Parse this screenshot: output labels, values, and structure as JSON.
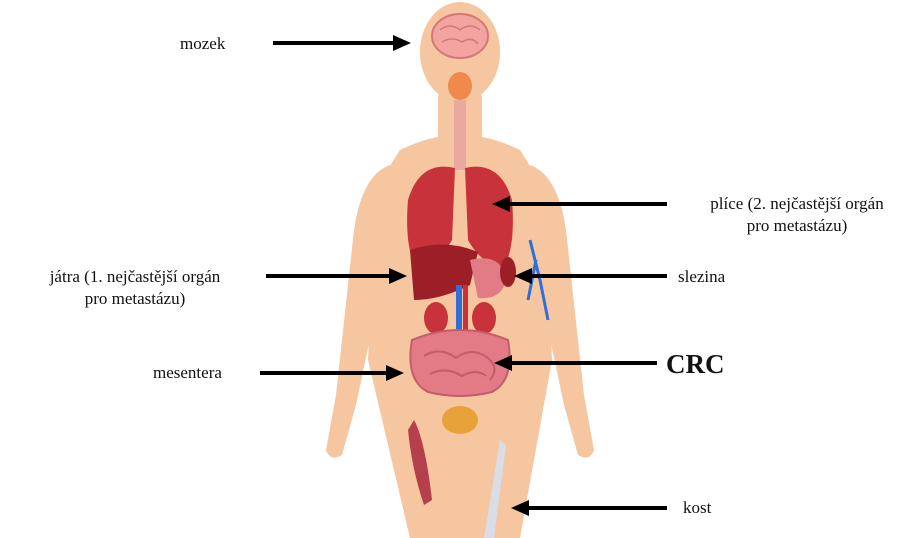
{
  "labels": {
    "brain": "mozek",
    "lungs_line1": "plíce (2. nejčastější orgán",
    "lungs_line2": "pro metastázu)",
    "liver_line1": "játra (1. nejčastější orgán",
    "liver_line2": "pro metastázu)",
    "spleen": "slezina",
    "mesentery": "mesentera",
    "crc": "CRC",
    "bone": "kost"
  },
  "colors": {
    "skin": "#f6c6a0",
    "skin_shadow": "#eeb48a",
    "organ_red": "#c8323a",
    "organ_dark": "#9c1f27",
    "intestine": "#e27b86",
    "bladder": "#e8a23a",
    "vessel_blue": "#2f6fd8",
    "arrow": "#000000"
  }
}
